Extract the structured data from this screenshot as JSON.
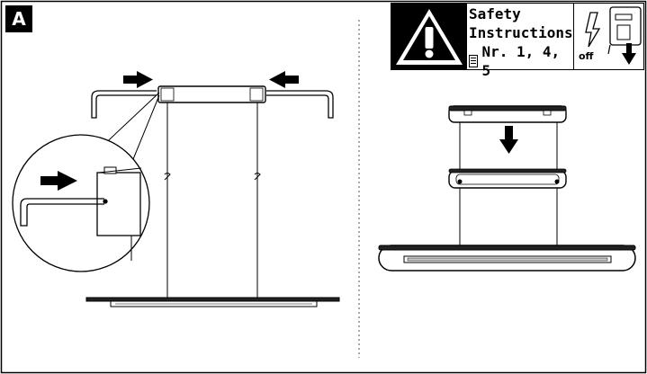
{
  "step": {
    "label": "A"
  },
  "safety": {
    "line1": "Safety",
    "line2": "Instructions",
    "line3": "Nr. 1, 4, 5",
    "off_label": "off"
  }
}
